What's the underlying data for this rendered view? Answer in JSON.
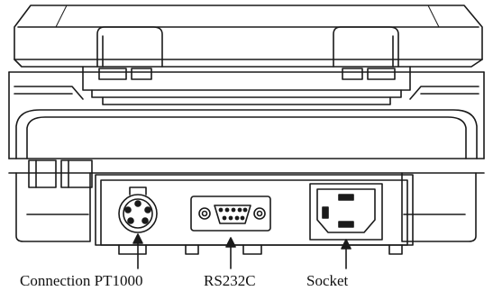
{
  "diagram": {
    "labels": {
      "connection_pt1000": "Connection PT1000",
      "rs232c": "RS232C",
      "socket": "Socket"
    },
    "colors": {
      "line": "#1a1a1a",
      "background": "#ffffff",
      "panel": "#ffffff"
    }
  }
}
